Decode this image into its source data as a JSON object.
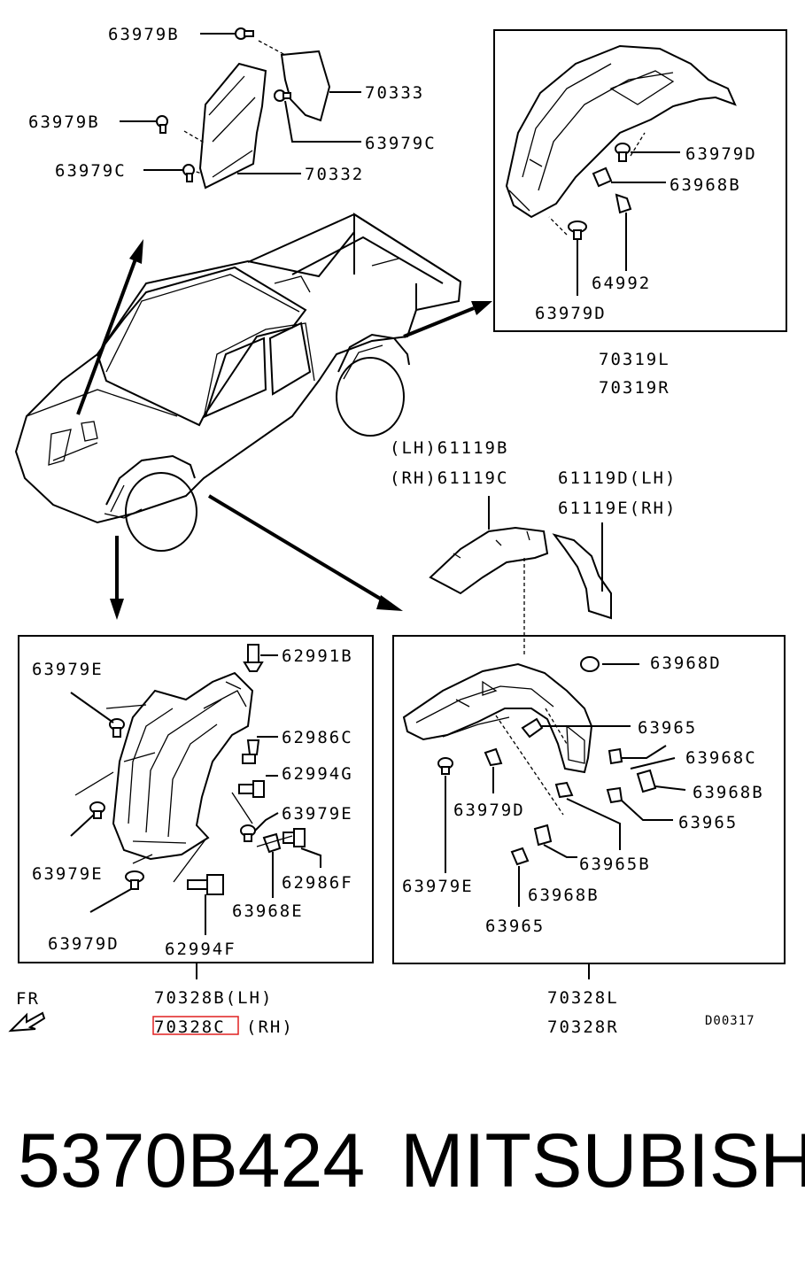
{
  "labels": {
    "top_63979b_1": "63979B",
    "top_70333": "70333",
    "top_63979b_2": "63979B",
    "top_63979c_1": "63979C",
    "top_63979c_2": "63979C",
    "top_70332": "70332",
    "rr_63979d_a": "63979D",
    "rr_63968b": "63968B",
    "rr_64992": "64992",
    "rr_63979d_b": "63979D",
    "rr_box_l": "70319L",
    "rr_box_r": "70319R",
    "mid_lh_61119b": "(LH)61119B",
    "mid_rh_61119c": "(RH)61119C",
    "mid_61119d": "61119D(LH)",
    "mid_61119e": "61119E(RH)",
    "fl_63979e_a": "63979E",
    "fl_62991b": "62991B",
    "fl_62986c": "62986C",
    "fl_62994g": "62994G",
    "fl_63979e_b": "63979E",
    "fl_63979e_c": "63979E",
    "fl_62986f": "62986F",
    "fl_63968e": "63968E",
    "fl_63979d": "63979D",
    "fl_62994f": "62994F",
    "fl_box_lh": "70328B(LH)",
    "fl_box_rh_code": "70328C",
    "fl_box_rh_side": "(RH)",
    "fr_63968d": "63968D",
    "fr_63965_a": "63965",
    "fr_63968c": "63968C",
    "fr_63968b_a": "63968B",
    "fr_63979d": "63979D",
    "fr_63965_b": "63965",
    "fr_63979e": "63979E",
    "fr_63965b": "63965B",
    "fr_63968b_b": "63968B",
    "fr_63965_c": "63965",
    "fr_box_l": "70328L",
    "fr_box_r": "70328R",
    "fr_direction": "FR",
    "diagram_code": "D00317"
  },
  "footer": {
    "part_number": "5370B424",
    "brand": "MITSUBISHI"
  },
  "colors": {
    "highlight": "#e02020",
    "line": "#000000"
  }
}
